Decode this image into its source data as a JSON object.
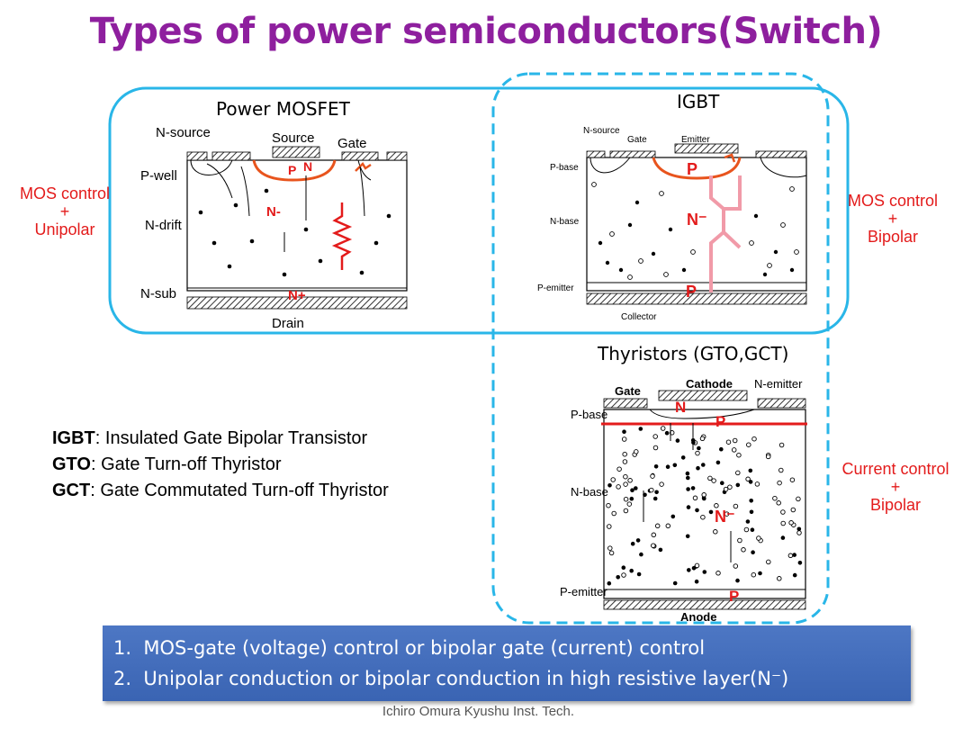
{
  "title": "Types of power semiconductors(Switch)",
  "mosfet": {
    "title": "Power MOSFET",
    "labels": {
      "n_source": "N-source",
      "source": "Source",
      "gate": "Gate",
      "p_well": "P-well",
      "n_drift": "N-drift",
      "n_sub": "N-sub",
      "drain": "Drain",
      "p": "P",
      "n": "N",
      "n_minus": "N-",
      "n_plus": "N+"
    }
  },
  "igbt": {
    "title": "IGBT",
    "labels": {
      "n_source": "N-source",
      "gate": "Gate",
      "emitter": "Emitter",
      "p_base": "P-base",
      "n_base": "N-base",
      "p_emitter": "P-emitter",
      "collector": "Collector",
      "p": "P",
      "n_minus": "N⁻"
    }
  },
  "thyristor": {
    "title": "Thyristors (GTO,GCT)",
    "labels": {
      "gate": "Gate",
      "cathode": "Cathode",
      "n_emitter": "N-emitter",
      "p_base": "P-base",
      "n_base": "N-base",
      "p_emitter": "P-emitter",
      "anode": "Anode",
      "n": "N",
      "p": "P",
      "n_minus": "N⁻"
    }
  },
  "controls": {
    "left": [
      "MOS control",
      "+",
      "Unipolar"
    ],
    "right_top": [
      "MOS control",
      "+",
      "Bipolar"
    ],
    "right_bottom": [
      "Current control",
      "+",
      "Bipolar"
    ]
  },
  "definitions": [
    {
      "abbr": "IGBT",
      "text": ": Insulated Gate Bipolar Transistor"
    },
    {
      "abbr": "GTO",
      "text": ": Gate Turn-off Thyristor"
    },
    {
      "abbr": "GCT",
      "text": ": Gate Commutated Turn-off Thyristor"
    }
  ],
  "summary": [
    "1.  MOS-gate (voltage) control or bipolar gate (current) control",
    "2.  Unipolar conduction or bipolar conduction in high resistive layer(N⁻)"
  ],
  "credit": "Ichiro Omura Kyushu Inst. Tech.",
  "colors": {
    "title": "#8e1f9e",
    "accent_red": "#e31b1b",
    "frame_blue": "#29b6e8",
    "summary_bg": "#3f68b8",
    "orange": "#e8541d",
    "pink": "#f19aa8"
  }
}
